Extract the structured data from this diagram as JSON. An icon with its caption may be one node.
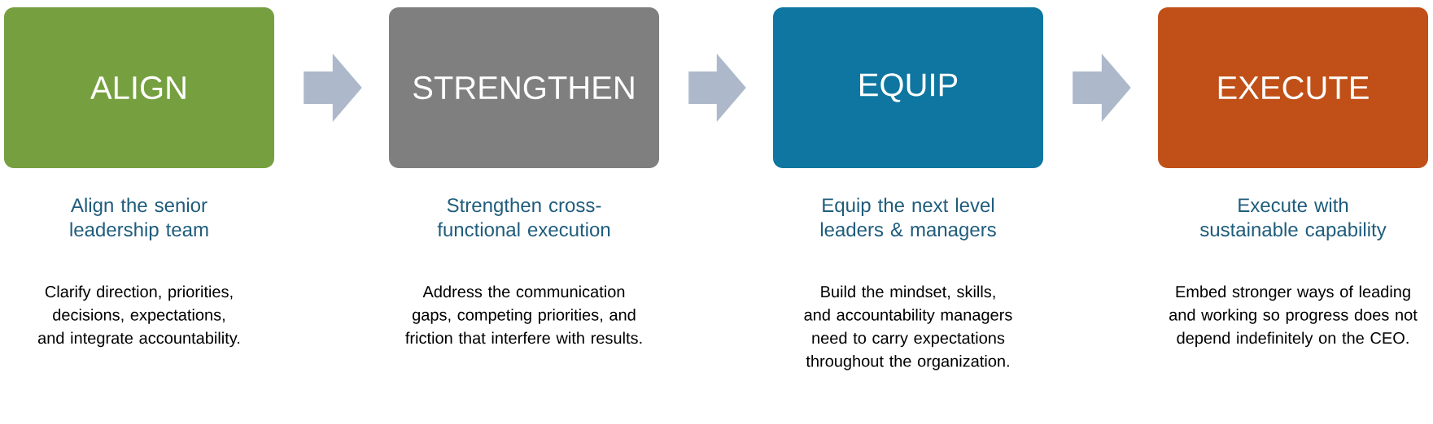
{
  "diagram": {
    "nodes": [
      {
        "text": [
          "ALIGN"
        ],
        "beside": [
          "Align the senior leadership team",
          "Clarify direction, priorities, decisions, expectations, and integrate accountability."
        ]
      },
      {
        "text": [
          "STRENGTHEN"
        ],
        "beside": [
          "Strengthen cross-functional execution",
          "Address the communication gaps, competing priorities, and friction that interfere with results."
        ]
      },
      {
        "text": [
          "EQUIP"
        ],
        "beside": [
          "Equip the next level leaders & managers",
          "Build the mindset, skills, and accountability managers need to carry expectations throughout the organization."
        ]
      },
      {
        "text": [
          "EXECUTE"
        ],
        "beside": [
          "Execute with sustainable capability",
          "Embed stronger ways of leading and working so progress does not depend indefinitely on the CEO."
        ]
      }
    ],
    "edges": [
      {
        "from": 0,
        "to": 1,
        "arrow": "to"
      },
      {
        "from": 1,
        "to": 2,
        "arrow": "to"
      },
      {
        "from": 2,
        "to": 3,
        "arrow": "to"
      }
    ]
  }
}
